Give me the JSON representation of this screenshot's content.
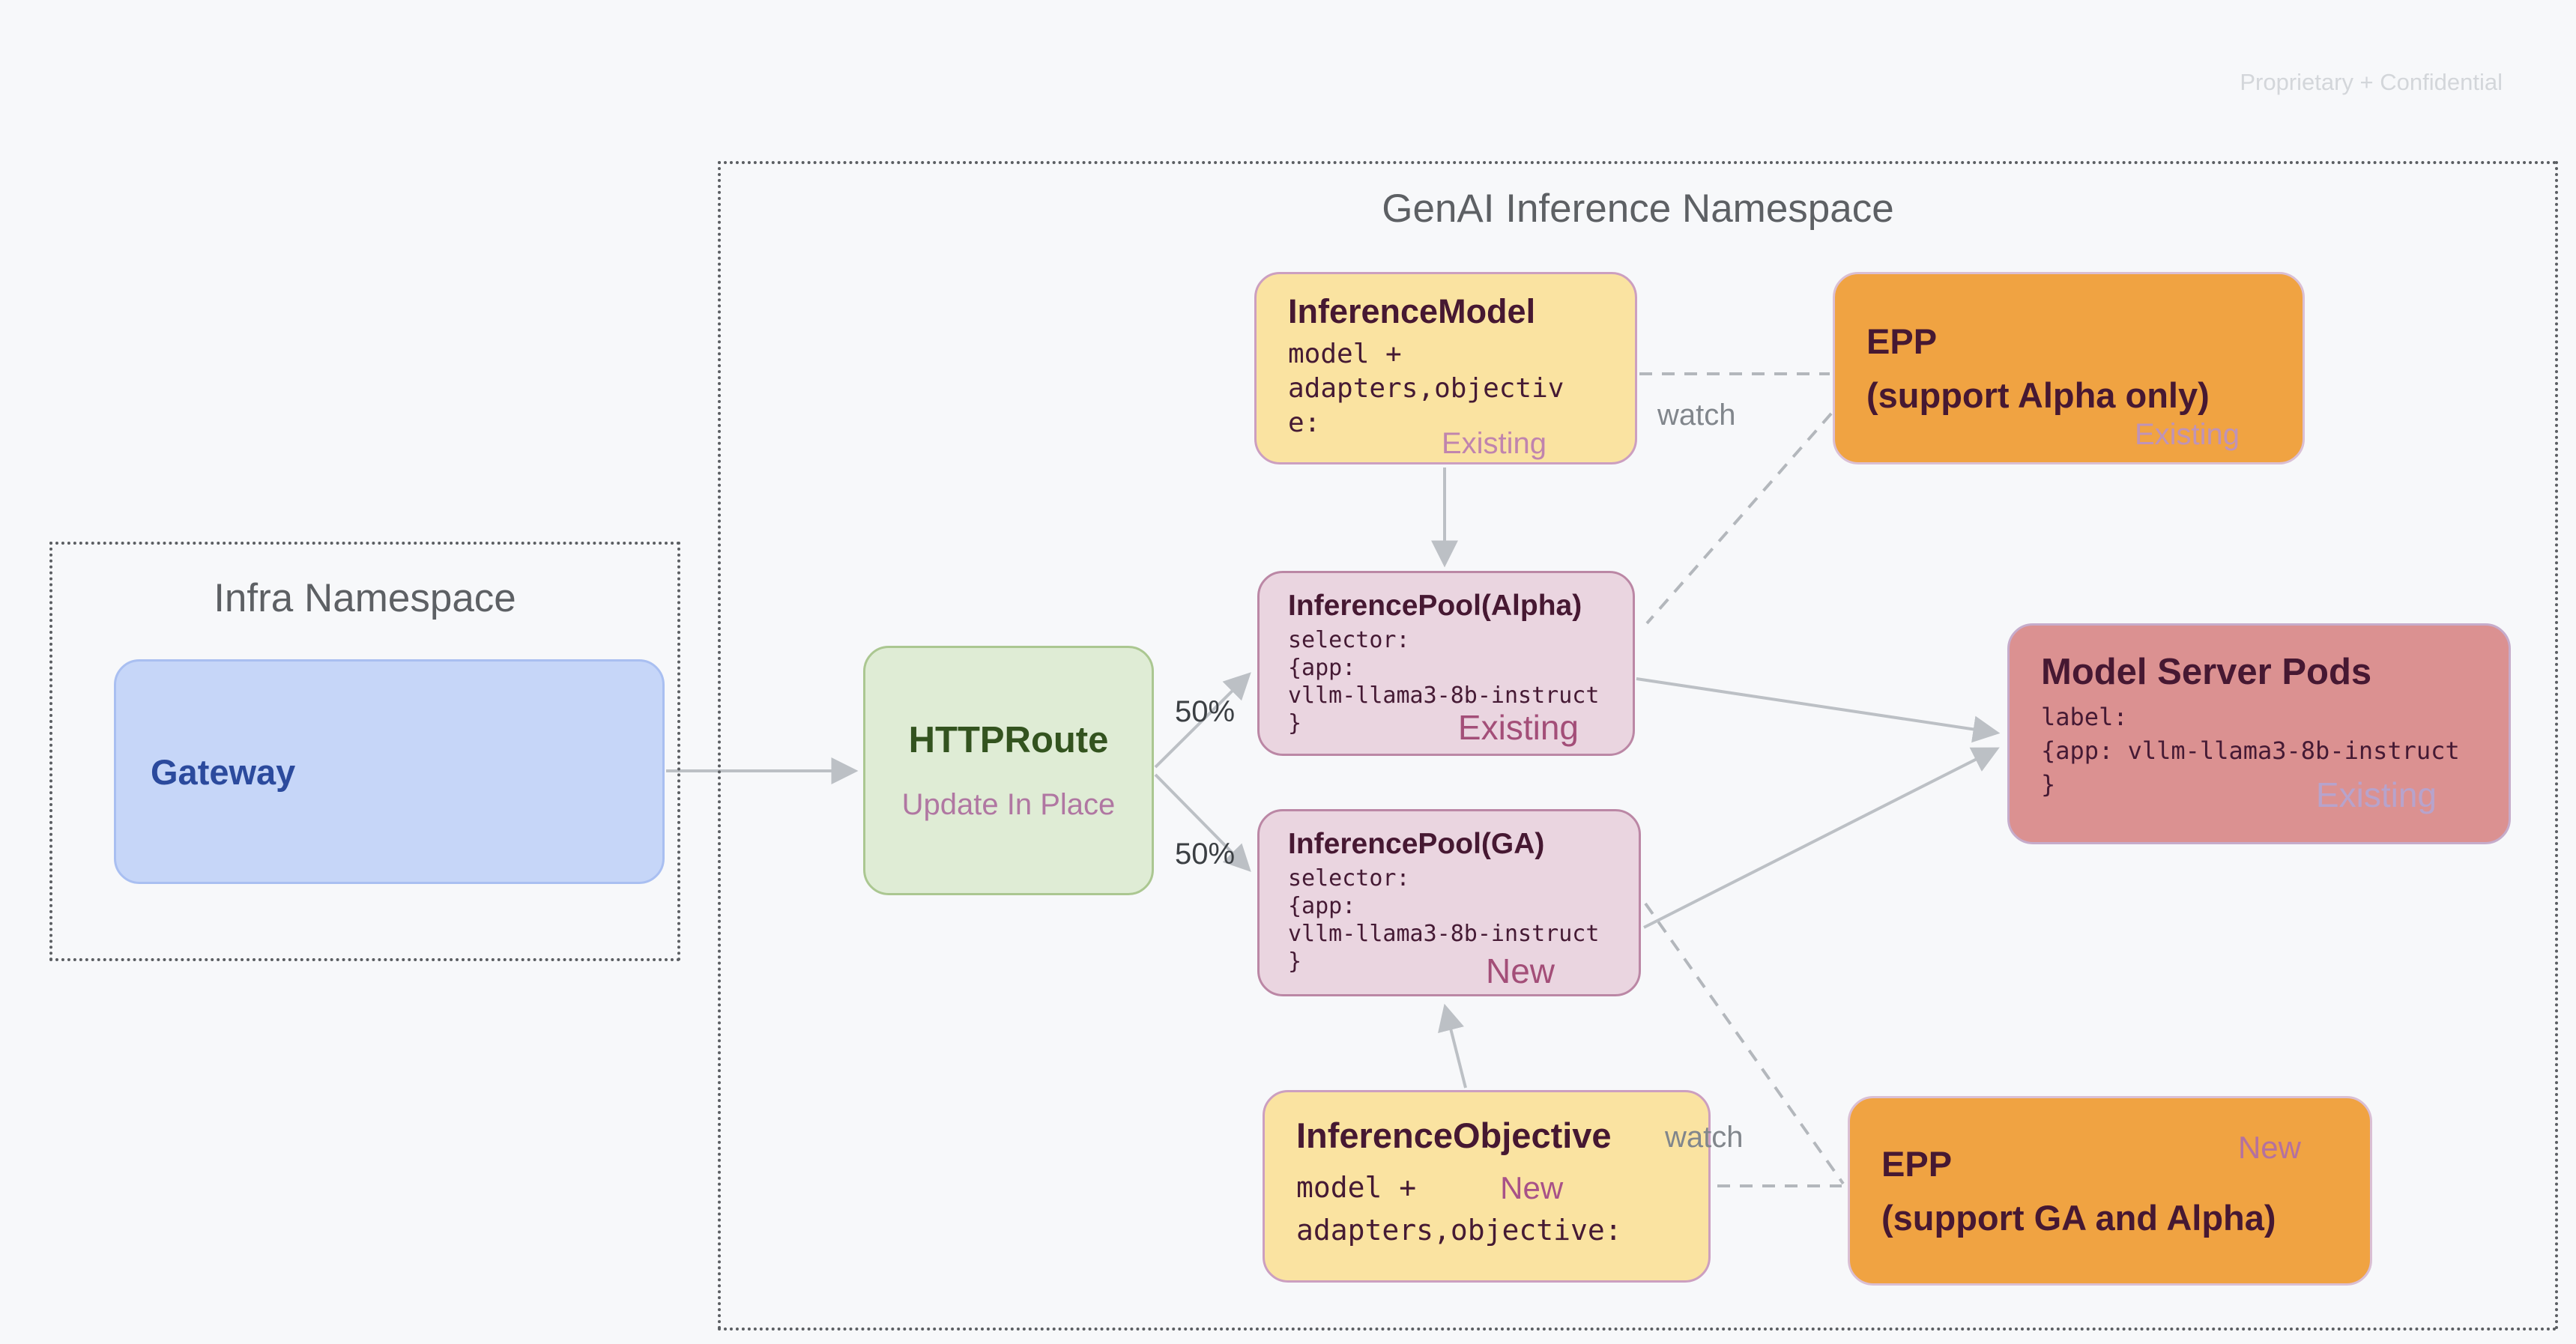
{
  "meta": {
    "watermark": "Proprietary + Confidential"
  },
  "infra_namespace": {
    "title": "Infra Namespace",
    "gateway_label": "Gateway"
  },
  "genai_namespace": {
    "title": "GenAI Inference Namespace"
  },
  "httproute": {
    "title": "HTTPRoute",
    "subtitle": "Update In Place"
  },
  "inference_model": {
    "title": "InferenceModel",
    "lines": [
      "model +",
      "adapters,objectiv",
      "e:"
    ],
    "status": "Existing"
  },
  "epp_alpha": {
    "name": "EPP",
    "scope": "(support Alpha only)",
    "status": "Existing"
  },
  "pool_alpha": {
    "title": "InferencePool(Alpha)",
    "lines": [
      "selector:",
      "{app:",
      "vllm-llama3-8b-instruct",
      "}"
    ],
    "status": "Existing"
  },
  "pool_ga": {
    "title": "InferencePool(GA)",
    "lines": [
      "selector:",
      "{app:",
      "vllm-llama3-8b-instruct",
      "}"
    ],
    "status": "New"
  },
  "model_server_pods": {
    "title": "Model Server Pods",
    "lines": [
      "label:",
      "{app: vllm-llama3-8b-instruct",
      "}"
    ],
    "status": "Existing"
  },
  "inference_objective": {
    "title": "InferenceObjective",
    "line1": "model +",
    "line2": "adapters,objective:",
    "status": "New"
  },
  "epp_ga": {
    "name": "EPP",
    "scope": "(support GA and Alpha)",
    "status": "New"
  },
  "edges": {
    "route_split_top": "50%",
    "route_split_bottom": "50%",
    "watch_top": "watch",
    "watch_bottom": "watch"
  },
  "colors": {
    "background": "#f7f8fa",
    "crd_yellow": "#fae3a1",
    "epp_orange": "#f0a342",
    "pool_pink": "#ead5e0",
    "pods_salmon": "#db9191",
    "route_green": "#dfecd5",
    "gateway_blue": "#c6d6f8",
    "node_title_text": "#461832",
    "status_mauve": "#a34e78",
    "connector_gray": "#bcc0c5",
    "namespace_border": "#5b5e62"
  }
}
